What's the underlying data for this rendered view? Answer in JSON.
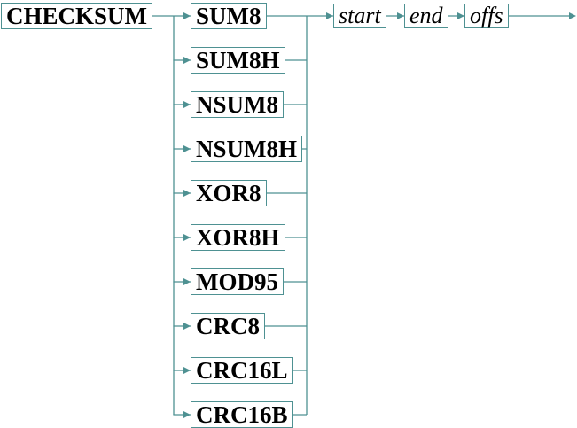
{
  "diagram": {
    "command": "CHECKSUM",
    "options": [
      "SUM8",
      "SUM8H",
      "NSUM8",
      "NSUM8H",
      "XOR8",
      "XOR8H",
      "MOD95",
      "CRC8",
      "CRC16L",
      "CRC16B"
    ],
    "params": [
      "start",
      "end",
      "offs"
    ],
    "colors": {
      "line": "#4e9192",
      "box_border": "#4e9192",
      "text": "#000000",
      "background": "#ffffff"
    }
  }
}
